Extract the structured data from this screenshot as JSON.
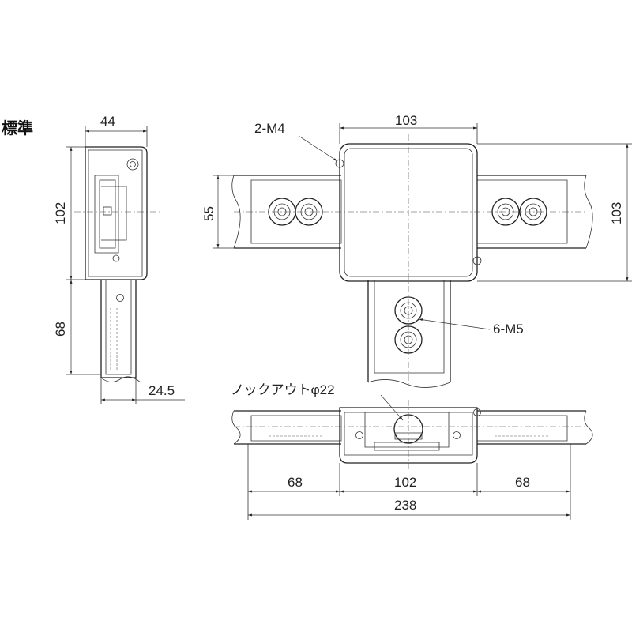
{
  "title": "標準",
  "side_view": {
    "width_label": "44",
    "height_label": "102",
    "leg_label": "68",
    "leg_width_label": "24.5"
  },
  "top_view": {
    "screw_label": "2-M4",
    "box_width_label": "103",
    "arm_height_label": "55",
    "box_height_label": "103",
    "bolt_label": "6-M5"
  },
  "front_view": {
    "knockout_label": "ノックアウトφ22",
    "left_arm_label": "68",
    "center_label": "102",
    "right_arm_label": "68",
    "total_label": "238"
  }
}
